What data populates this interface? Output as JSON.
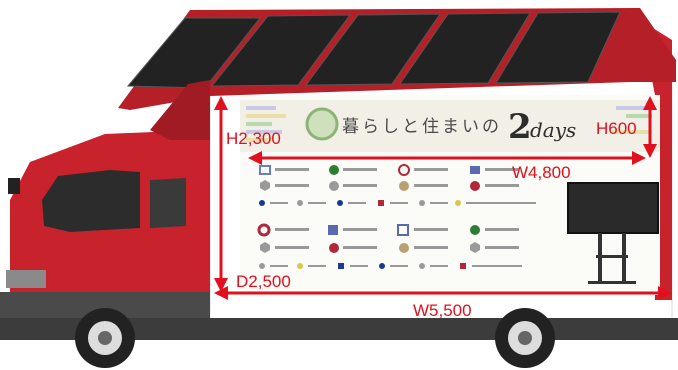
{
  "banner": {
    "title": "暮らしと住まいの",
    "number": "2",
    "suffix": "days"
  },
  "dimensions": {
    "container_height": "H2,300",
    "banner_height": "H600",
    "banner_width": "W4,800",
    "container_depth": "D2,500",
    "container_width": "W5,500"
  },
  "colors": {
    "truck_red": "#c8232c",
    "dimension_red": "#e0101e",
    "solar_panel": "#222222",
    "roof_red": "#b52028"
  }
}
